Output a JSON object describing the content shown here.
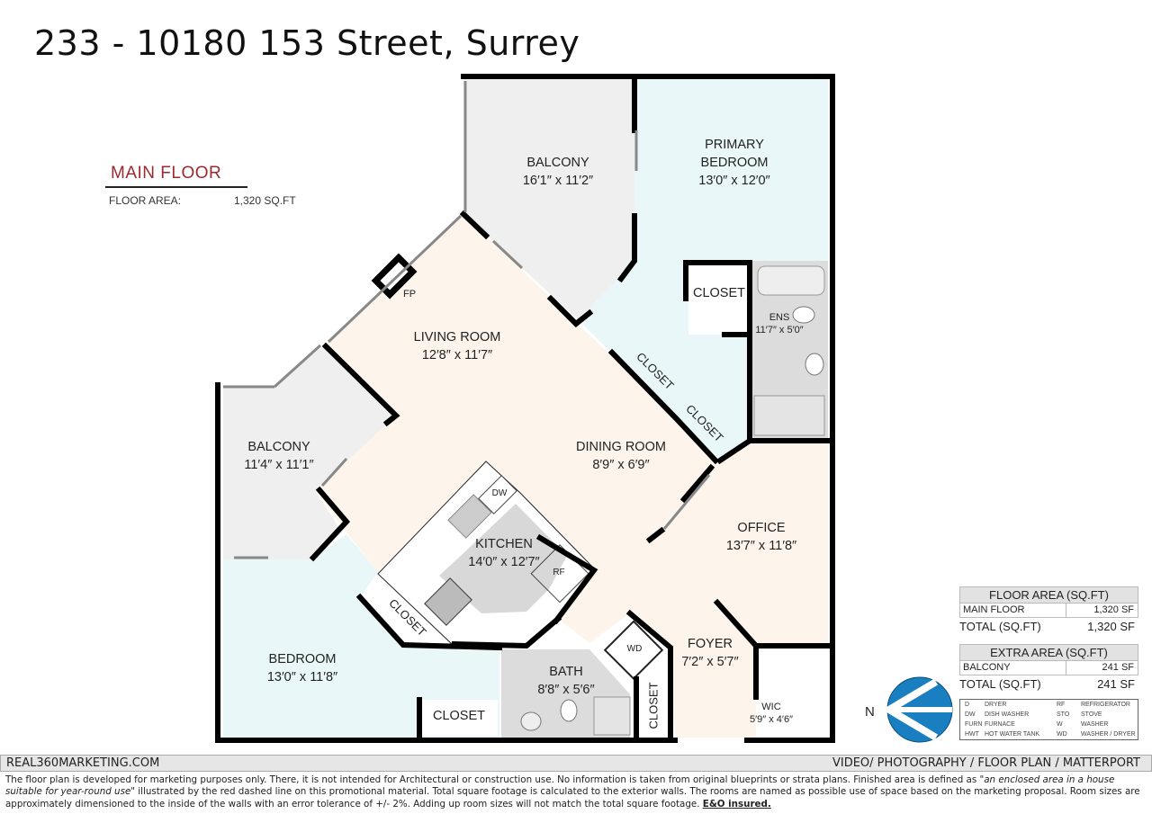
{
  "title": "233 - 10180 153 Street, Surrey",
  "floor": {
    "name": "MAIN FLOOR",
    "area_label": "FLOOR AREA:",
    "area_value": "1,320 SQ.FT"
  },
  "rooms": {
    "balcony_top": {
      "name": "BALCONY",
      "size": "16′1″ x 11′2″"
    },
    "primary_bedroom": {
      "name1": "PRIMARY",
      "name2": "BEDROOM",
      "size": "13′0″ x 12′0″"
    },
    "living_room": {
      "name": "LIVING ROOM",
      "size": "12′8″ x 11′7″"
    },
    "dining_room": {
      "name": "DINING ROOM",
      "size": "8′9″ x 6′9″"
    },
    "balcony_left": {
      "name": "BALCONY",
      "size": "11′4″ x 11′1″"
    },
    "kitchen": {
      "name": "KITCHEN",
      "size": "14′0″ x 12′7″"
    },
    "office": {
      "name": "OFFICE",
      "size": "13′7″ x 11′8″"
    },
    "foyer": {
      "name": "FOYER",
      "size": "7′2″ x 5′7″"
    },
    "bedroom": {
      "name": "BEDROOM",
      "size": "13′0″ x 11′8″"
    },
    "bath": {
      "name": "BATH",
      "size": "8′8″ x 5′6″"
    },
    "ensuite": {
      "name": "ENS",
      "size": "11′7″ x 5′0″"
    },
    "wic": {
      "name": "WIC",
      "size": "5′9″ x 4′6″"
    },
    "closet": "CLOSET",
    "fp": "FP",
    "dw": "DW",
    "rf": "RF",
    "wd": "WD"
  },
  "floor_area_table": {
    "header": "FLOOR AREA (SQ.FT)",
    "row_label": "MAIN FLOOR",
    "row_value": "1,320 SF",
    "total_label": "TOTAL (SQ.FT)",
    "total_value": "1,320 SF"
  },
  "extra_area_table": {
    "header": "EXTRA AREA (SQ.FT)",
    "row_label": "BALCONY",
    "row_value": "241 SF",
    "total_label": "TOTAL (SQ.FT)",
    "total_value": "241 SF"
  },
  "legend": [
    [
      "D",
      "DRYER",
      "RF",
      "REFRIGERATOR"
    ],
    [
      "DW",
      "DISH WASHER",
      "STO",
      "STOVE"
    ],
    [
      "FURN",
      "FURNACE",
      "W",
      "WASHER"
    ],
    [
      "HWT",
      "HOT WATER TANK",
      "WD",
      "WASHER / DRYER"
    ]
  ],
  "compass": {
    "label": "N",
    "color": "#1a7fc1"
  },
  "footer": {
    "left": "REAL360MARKETING.COM",
    "right": "VIDEO/ PHOTOGRAPHY / FLOOR PLAN / MATTERPORT",
    "disclaimer_a": "The floor plan is developed for marketing purposes only. There, it is not intended for Architectural or construction use. No information is  taken from original blueprints or strata plans. Finished area is defined as ",
    "disclaimer_quote": "\"an enclosed area in a house suitable for year-round use\"",
    "disclaimer_b": " illustrated by the red dashed line on this promotional material. Total square footage is calculated to the exterior walls. The rooms are named as possible use of space based on the marketing proposal. Room sizes are approximately dimensioned to the inside of the walls with an error tolerance of +/- 2%. Adding up room sizes will not match the total square footage. ",
    "disclaimer_eo": "E&O insured."
  },
  "colors": {
    "accent": "#9b2a2f",
    "living": "#fdf4eb",
    "bedroom": "#eaf7f8",
    "balcony": "#efefef",
    "wet": "#d9d9d9"
  }
}
